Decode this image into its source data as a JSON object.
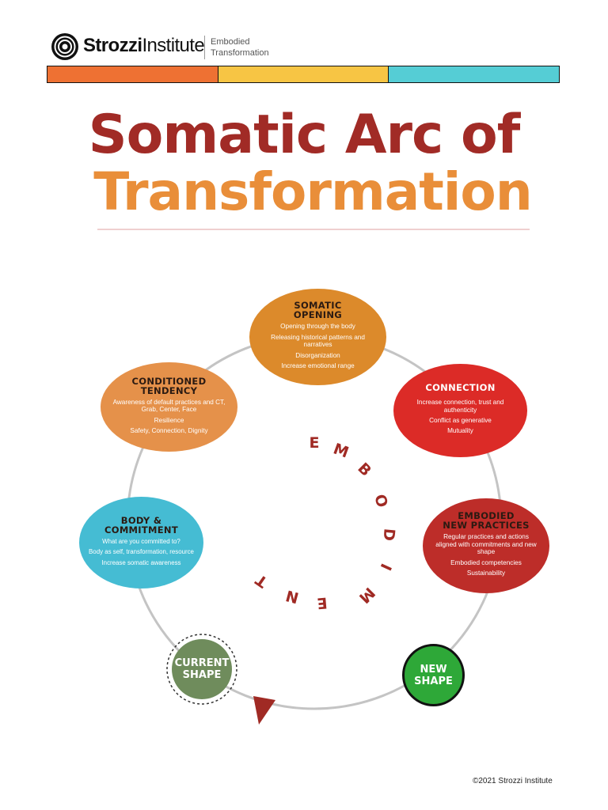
{
  "header": {
    "brand_bold": "Strozzi",
    "brand_light": "Institute",
    "tagline_line1": "Embodied",
    "tagline_line2": "Transformation"
  },
  "colors": {
    "stripe": [
      "#ee7133",
      "#f7c544",
      "#55cdd5"
    ],
    "title_line1": "#a12b26",
    "title_line2": "#e98e39",
    "somatic_opening": "#dc8a2b",
    "connection": "#dc2b27",
    "embodied_new_practices": "#bd2d29",
    "conditioned_tendency": "#e5914a",
    "body_commitment": "#45bcd3",
    "current_shape": "#6f8c5c",
    "new_shape": "#2ea838",
    "ring": "#c4c4c4",
    "embodiment_letters": "#a02a24"
  },
  "title": {
    "line1": "Somatic Arc of",
    "line2": "Transformation"
  },
  "nodes": {
    "somatic_opening": {
      "title": "SOMATIC\nOPENING",
      "items": [
        "Opening through the body",
        "Releasing historical patterns and narratives",
        "Disorganization",
        "Increase emotional range"
      ]
    },
    "connection": {
      "title": "CONNECTION",
      "items": [
        "Increase connection, trust and authenticity",
        "Conflict as generative",
        "Mutuality"
      ]
    },
    "embodied_new_practices": {
      "title": "EMBODIED\nNEW PRACTICES",
      "items": [
        "Regular practices and actions aligned with commitments and new shape",
        "Embodied competencies",
        "Sustainability"
      ]
    },
    "conditioned_tendency": {
      "title": "CONDITIONED\nTENDENCY",
      "items": [
        "Awareness of default practices and CT, Grab, Center, Face",
        "Resilience",
        "Safety, Connection, Dignity"
      ]
    },
    "body_commitment": {
      "title": "BODY &\nCOMMITMENT",
      "items": [
        "What are you committed to?",
        "Body as self, transformation, resource",
        "Increase somatic awareness"
      ]
    },
    "current_shape": {
      "label": "CURRENT\nSHAPE"
    },
    "new_shape": {
      "label": "NEW\nSHAPE"
    }
  },
  "embodiment": [
    "E",
    "M",
    "B",
    "O",
    "D",
    "I",
    "M",
    "E",
    "N",
    "T"
  ],
  "footer": "©2021 Strozzi Institute"
}
